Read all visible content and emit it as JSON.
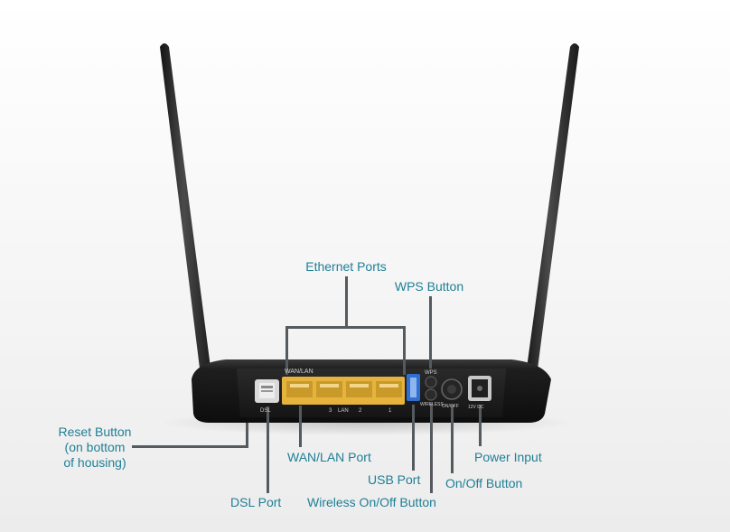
{
  "labels": {
    "ethernet_ports": "Ethernet Ports",
    "wps_button": "WPS Button",
    "reset_button": [
      "Reset Button",
      "(on bottom",
      "of housing)"
    ],
    "wan_lan_port": "WAN/LAN Port",
    "power_input": "Power Input",
    "usb_port": "USB Port",
    "on_off_button": "On/Off Button",
    "dsl_port": "DSL Port",
    "wireless_on_off_button": "Wireless On/Off Button"
  },
  "device_markings": {
    "wan_lan": "WAN/LAN",
    "wps": "WPS",
    "dsl": "DSL",
    "lan": "LAN",
    "port_numbers": [
      "3",
      "2",
      "1"
    ],
    "wireless": "WIRELESS",
    "on_off": "ON/OFF",
    "power": "12V DC"
  },
  "colors": {
    "label_text": "#1f7f96",
    "leader_line": "#555a5e",
    "router_body": "#1c1c1c",
    "ethernet_port": "#e6b43c",
    "usb_port": "#2f6fd1"
  }
}
